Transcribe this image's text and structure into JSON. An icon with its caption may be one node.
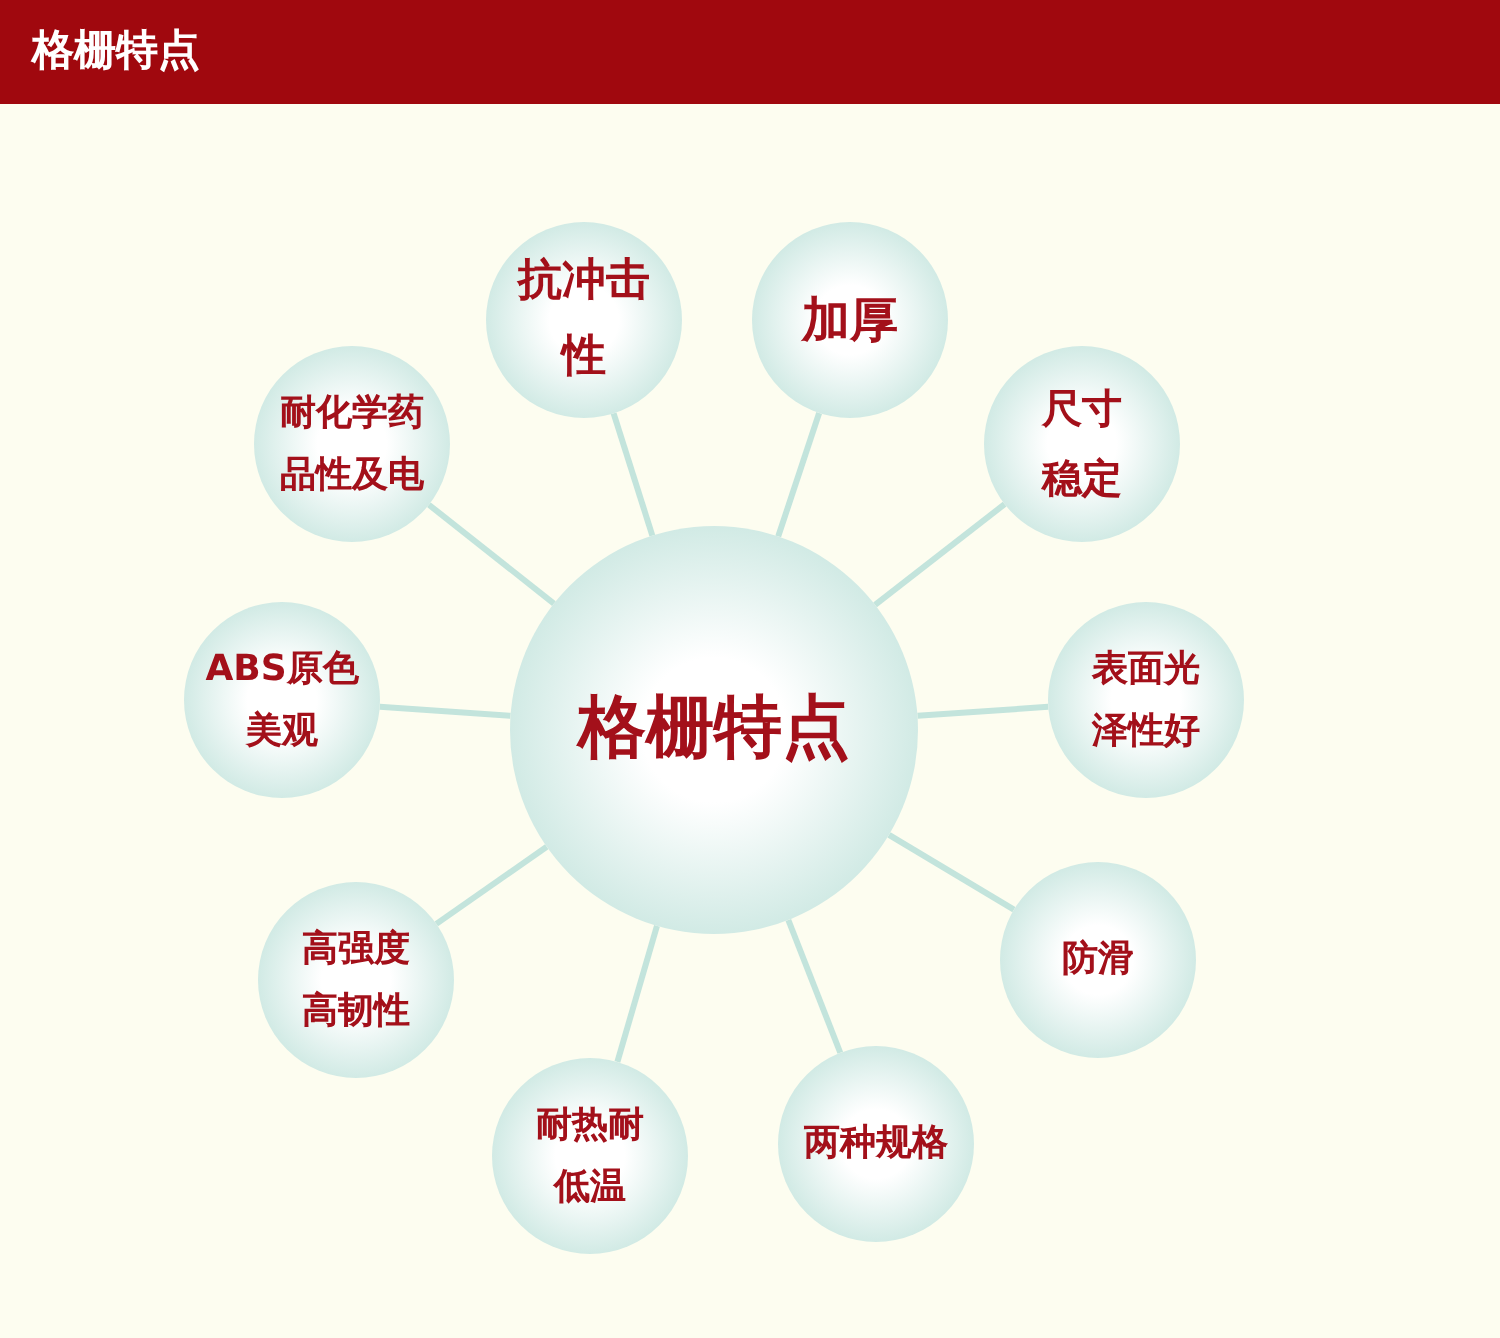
{
  "diagram": {
    "title": "格栅特点",
    "nodes": [
      {
        "text": [
          "格栅特点"
        ]
      },
      {
        "text": [
          "抗冲击性"
        ]
      },
      {
        "text": [
          "加厚"
        ]
      },
      {
        "text": [
          "尺寸稳定"
        ]
      },
      {
        "text": [
          "表面光泽性好"
        ]
      },
      {
        "text": [
          "防滑"
        ]
      },
      {
        "text": [
          "两种规格"
        ]
      },
      {
        "text": [
          "耐热耐低温"
        ]
      },
      {
        "text": [
          "高强度高韧性"
        ]
      },
      {
        "text": [
          "ABS原色美观"
        ]
      },
      {
        "text": [
          "耐化学药品性及电"
        ]
      }
    ],
    "edges": [
      {
        "from": 0,
        "to": 1,
        "arrow": "none"
      },
      {
        "from": 0,
        "to": 2,
        "arrow": "none"
      },
      {
        "from": 0,
        "to": 3,
        "arrow": "none"
      },
      {
        "from": 0,
        "to": 4,
        "arrow": "none"
      },
      {
        "from": 0,
        "to": 5,
        "arrow": "none"
      },
      {
        "from": 0,
        "to": 6,
        "arrow": "none"
      },
      {
        "from": 0,
        "to": 7,
        "arrow": "none"
      },
      {
        "from": 0,
        "to": 8,
        "arrow": "none"
      },
      {
        "from": 0,
        "to": 9,
        "arrow": "none"
      },
      {
        "from": 0,
        "to": 10,
        "arrow": "none"
      }
    ]
  }
}
